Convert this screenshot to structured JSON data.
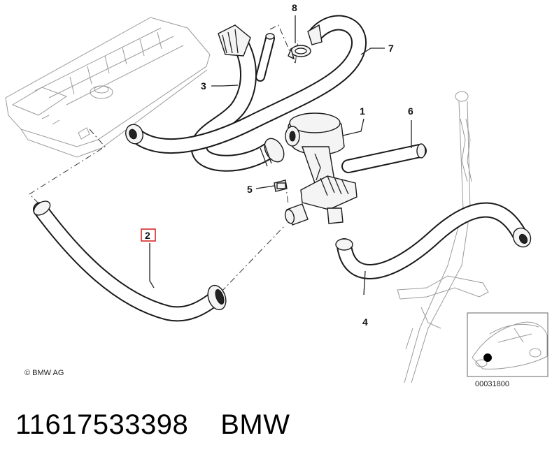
{
  "callouts": {
    "c1": "1",
    "c2": "2",
    "c3": "3",
    "c4": "4",
    "c5": "5",
    "c6": "6",
    "c7": "7",
    "c8": "8"
  },
  "highlighted_callout": "2",
  "highlight_color": "#d62828",
  "copyright": "© BMW AG",
  "image_number": "00031800",
  "footer": {
    "part_number": "11617533398",
    "brand": "BMW"
  }
}
